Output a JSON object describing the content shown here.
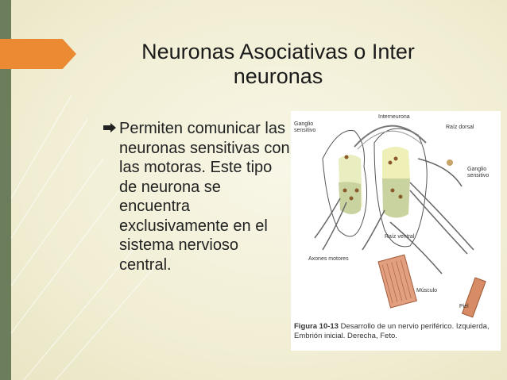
{
  "slide": {
    "title_line1": "Neuronas Asociativas o Inter",
    "title_line2": "neuronas",
    "bullet_text": "Permiten comunicar las neuronas sensitivas con las motoras. Este tipo de neurona se encuentra exclusivamente en el sistema nervioso central."
  },
  "figure": {
    "labels": {
      "interneurona": "Interneurona",
      "ganglio_sensitivo_line1": "Ganglio",
      "ganglio_sensitivo_line2": "sensitivo",
      "raiz_dorsal": "Raíz dorsal",
      "ganglio_right_line1": "Ganglio",
      "ganglio_right_line2": "sensitivo",
      "raiz_ventral": "Raíz ventral",
      "axones_motores": "Axones motores",
      "musculo": "Músculo",
      "piel": "Piel"
    },
    "caption_number": "Figura 10-13",
    "caption_text": "Desarrollo de un nervio periférico. Izquierda, Embrión inicial. Derecha, Feto."
  },
  "colors": {
    "accent": "#ec8a33",
    "left_bar": "#6b7d5a",
    "background": "#f3f0d9"
  }
}
